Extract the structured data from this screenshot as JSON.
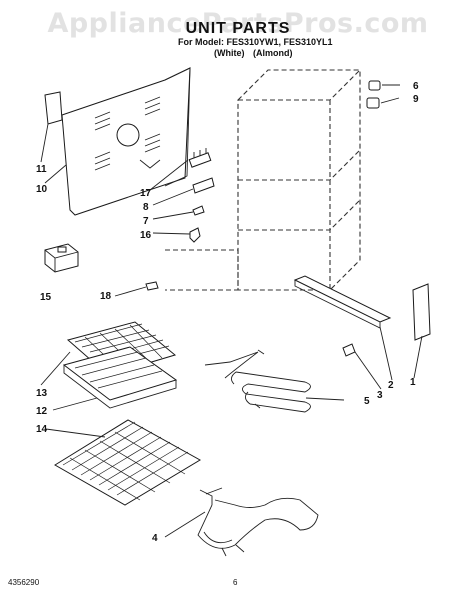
{
  "watermark": "AppliancePartsPros.com",
  "header": {
    "title": "UNIT PARTS",
    "model_line": "For Model: FES310YW1, FES310YL1",
    "variants": "(White) (Almond)"
  },
  "callouts": [
    {
      "id": "c1",
      "label": "1"
    },
    {
      "id": "c2",
      "label": "2"
    },
    {
      "id": "c3",
      "label": "3"
    },
    {
      "id": "c4",
      "label": "4"
    },
    {
      "id": "c5",
      "label": "5"
    },
    {
      "id": "c6",
      "label": "6"
    },
    {
      "id": "c7",
      "label": "7"
    },
    {
      "id": "c8",
      "label": "8"
    },
    {
      "id": "c9",
      "label": "9"
    },
    {
      "id": "c10",
      "label": "10"
    },
    {
      "id": "c11",
      "label": "11"
    },
    {
      "id": "c12",
      "label": "12"
    },
    {
      "id": "c13",
      "label": "13"
    },
    {
      "id": "c14",
      "label": "14"
    },
    {
      "id": "c15",
      "label": "15"
    },
    {
      "id": "c16",
      "label": "16"
    },
    {
      "id": "c17",
      "label": "17"
    },
    {
      "id": "c18",
      "label": "18"
    }
  ],
  "footer": {
    "doc_number": "4356290",
    "page_number": "6"
  }
}
